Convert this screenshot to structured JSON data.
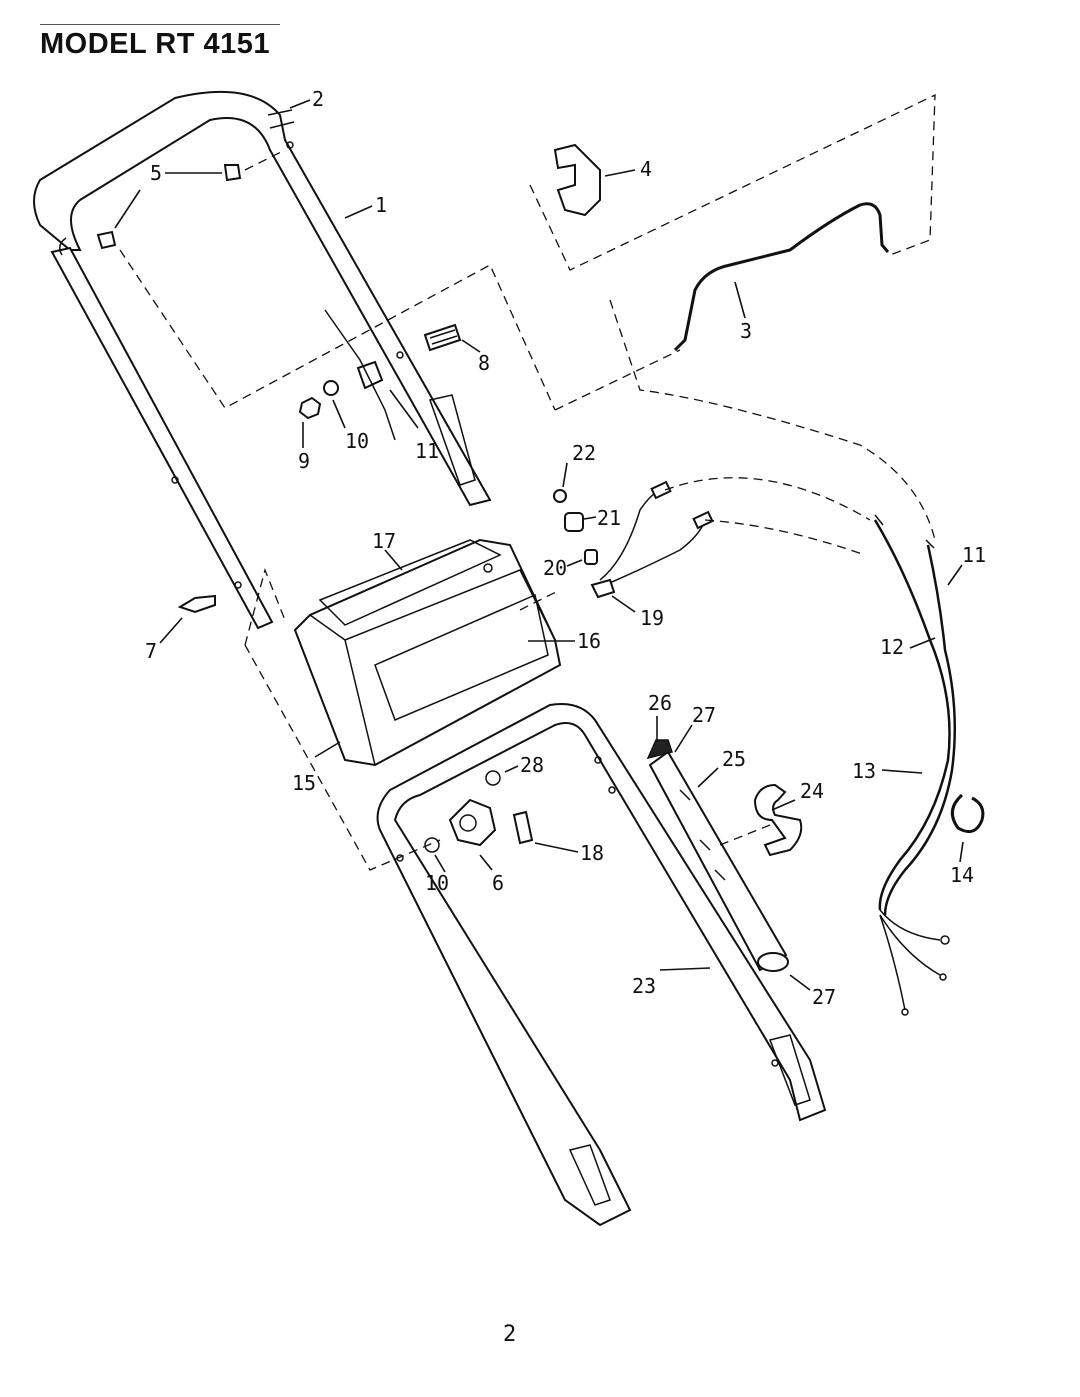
{
  "title": "MODEL RT 4151",
  "page_number": "2",
  "callouts": {
    "c1": "1",
    "c2": "2",
    "c3": "3",
    "c4": "4",
    "c5": "5",
    "c6": "6",
    "c7": "7",
    "c8": "8",
    "c9": "9",
    "c10a": "10",
    "c10b": "10",
    "c11a": "11",
    "c11b": "11",
    "c12": "12",
    "c13": "13",
    "c14": "14",
    "c15": "15",
    "c16": "16",
    "c17": "17",
    "c18": "18",
    "c19": "19",
    "c20": "20",
    "c21": "21",
    "c22": "22",
    "c23": "23",
    "c24": "24",
    "c25": "25",
    "c26": "26",
    "c27a": "27",
    "c27b": "27",
    "c28": "28"
  }
}
